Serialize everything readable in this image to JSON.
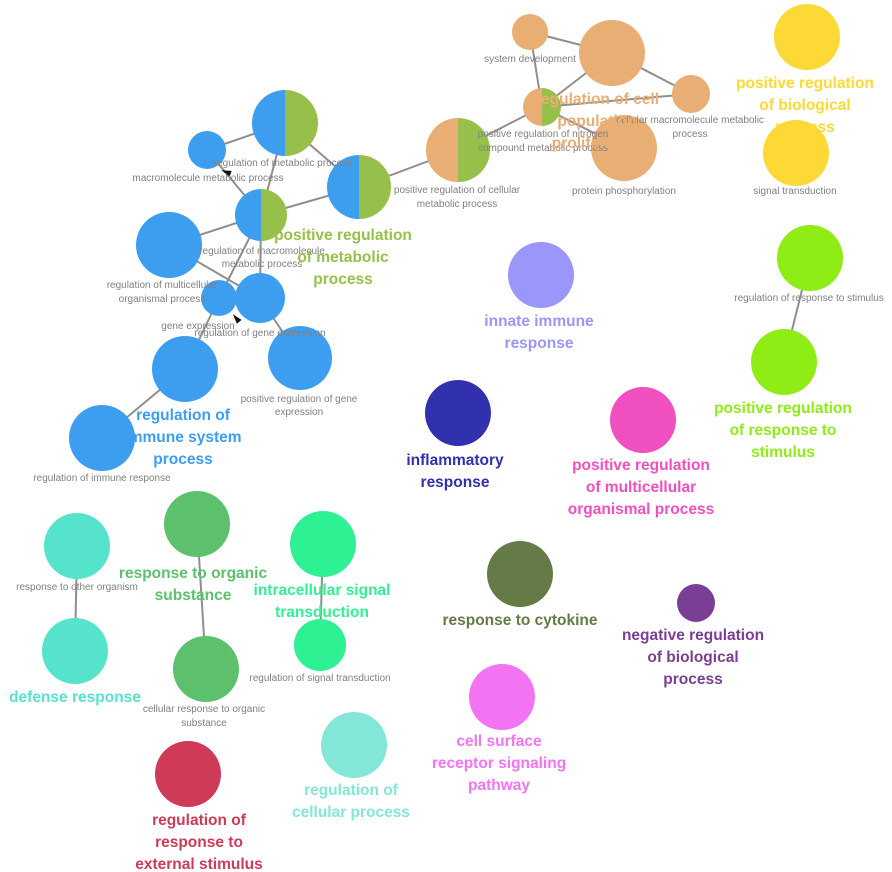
{
  "colors": {
    "edge": "#8f8f8f",
    "label_grey": "#808080",
    "blue": "#3d9ef0",
    "olive": "#97c04a",
    "tan": "#e8ae74",
    "yellow": "#fdd935",
    "lime": "#8fec14",
    "lavender": "#9a96fa",
    "navy": "#3131ad",
    "magenta": "#f050bf",
    "teal": "#55e3cb",
    "green": "#5cc06c",
    "spring": "#2ef194",
    "darkgreen": "#647b47",
    "purple": "#7b3e95",
    "pink": "#f274f2",
    "paleteal": "#82e7d6",
    "crimson": "#cf3a58"
  },
  "nodes": [
    {
      "id": "macromolecule_metabolic",
      "label": "macromolecule metabolic process",
      "colors": [
        "blue"
      ]
    },
    {
      "id": "reg_metabolic",
      "label": "regulation of metabolic process",
      "colors": [
        "blue",
        "olive"
      ]
    },
    {
      "id": "pos_reg_cellular_metabolic",
      "label": "positive regulation of cellular metabolic process",
      "colors": [
        "blue",
        "olive"
      ]
    },
    {
      "id": "reg_macromolecule_metabolic",
      "label": "regulation of macromolecule metabolic process",
      "colors": [
        "blue",
        "olive"
      ]
    },
    {
      "id": "reg_multicellular",
      "label": "regulation of multicellular organismal process",
      "colors": [
        "blue"
      ]
    },
    {
      "id": "gene_expression",
      "label": "gene expression",
      "colors": [
        "blue"
      ]
    },
    {
      "id": "reg_gene_expression",
      "label": "regulation of gene expression",
      "colors": [
        "blue"
      ]
    },
    {
      "id": "pos_reg_gene_expression",
      "label": "positive regulation of gene expression",
      "colors": [
        "blue"
      ]
    },
    {
      "id": "reg_immune_system",
      "label": "",
      "colors": [
        "blue"
      ]
    },
    {
      "id": "reg_immune_response",
      "label": "regulation of immune response",
      "colors": [
        "blue"
      ]
    },
    {
      "id": "pos_reg_nitrogen",
      "label": "positive regulation of nitrogen compound metabolic process",
      "colors": [
        "tan",
        "olive"
      ]
    },
    {
      "id": "system_development",
      "label": "system development",
      "colors": [
        "tan"
      ]
    },
    {
      "id": "cell_pop_prolif",
      "label": "",
      "colors": [
        "tan"
      ]
    },
    {
      "id": "small_tan",
      "label": "",
      "colors": [
        "tan",
        "olive"
      ]
    },
    {
      "id": "cellular_macromolecule_metabolic",
      "label": "cellular macromolecule metabolic process",
      "colors": [
        "tan"
      ]
    },
    {
      "id": "protein_phosphorylation",
      "label": "protein phosphorylation",
      "colors": [
        "tan"
      ]
    },
    {
      "id": "pos_reg_bio_node",
      "label": "",
      "colors": [
        "yellow"
      ]
    },
    {
      "id": "signal_transduction",
      "label": "signal transduction",
      "colors": [
        "yellow"
      ]
    },
    {
      "id": "reg_response_stimulus",
      "label": "regulation of response to stimulus",
      "colors": [
        "lime"
      ]
    },
    {
      "id": "pos_reg_response_stimulus",
      "label": "",
      "colors": [
        "lime"
      ]
    },
    {
      "id": "innate_immune",
      "label": "",
      "colors": [
        "lavender"
      ]
    },
    {
      "id": "inflammatory",
      "label": "",
      "colors": [
        "navy"
      ]
    },
    {
      "id": "pos_reg_multicellular",
      "label": "",
      "colors": [
        "magenta"
      ]
    },
    {
      "id": "response_other_organism",
      "label": "response to other organism",
      "colors": [
        "teal"
      ]
    },
    {
      "id": "defense_response",
      "label": "",
      "colors": [
        "teal"
      ]
    },
    {
      "id": "response_organic",
      "label": "",
      "colors": [
        "green"
      ]
    },
    {
      "id": "cellular_response_organic",
      "label": "cellular response to organic substance",
      "colors": [
        "green"
      ]
    },
    {
      "id": "intracellular_signal",
      "label": "",
      "colors": [
        "spring"
      ]
    },
    {
      "id": "reg_signal_transduction",
      "label": "regulation of signal transduction",
      "colors": [
        "spring"
      ]
    },
    {
      "id": "response_cytokine",
      "label": "",
      "colors": [
        "darkgreen"
      ]
    },
    {
      "id": "neg_reg_bio",
      "label": "",
      "colors": [
        "purple"
      ]
    },
    {
      "id": "cell_surface_receptor",
      "label": "",
      "colors": [
        "pink"
      ]
    },
    {
      "id": "reg_cellular_process",
      "label": "",
      "colors": [
        "paleteal"
      ]
    },
    {
      "id": "reg_response_external",
      "label": "",
      "colors": [
        "crimson"
      ]
    }
  ],
  "edges": [
    [
      "macromolecule_metabolic",
      "reg_metabolic"
    ],
    [
      "macromolecule_metabolic",
      "reg_macromolecule_metabolic"
    ],
    [
      "reg_metabolic",
      "pos_reg_cellular_metabolic"
    ],
    [
      "reg_metabolic",
      "reg_macromolecule_metabolic"
    ],
    [
      "pos_reg_cellular_metabolic",
      "reg_macromolecule_metabolic"
    ],
    [
      "pos_reg_cellular_metabolic",
      "pos_reg_nitrogen"
    ],
    [
      "reg_macromolecule_metabolic",
      "reg_multicellular"
    ],
    [
      "reg_macromolecule_metabolic",
      "gene_expression"
    ],
    [
      "reg_macromolecule_metabolic",
      "reg_gene_expression"
    ],
    [
      "reg_multicellular",
      "reg_gene_expression"
    ],
    [
      "gene_expression",
      "reg_gene_expression"
    ],
    [
      "gene_expression",
      "reg_immune_system"
    ],
    [
      "reg_gene_expression",
      "pos_reg_gene_expression"
    ],
    [
      "reg_immune_system",
      "reg_immune_response"
    ],
    [
      "pos_reg_nitrogen",
      "small_tan"
    ],
    [
      "system_development",
      "cell_pop_prolif"
    ],
    [
      "system_development",
      "small_tan"
    ],
    [
      "cell_pop_prolif",
      "small_tan"
    ],
    [
      "cell_pop_prolif",
      "cellular_macromolecule_metabolic"
    ],
    [
      "small_tan",
      "cellular_macromolecule_metabolic"
    ],
    [
      "small_tan",
      "protein_phosphorylation"
    ],
    [
      "reg_response_stimulus",
      "pos_reg_response_stimulus"
    ],
    [
      "response_organic",
      "cellular_response_organic"
    ],
    [
      "intracellular_signal",
      "reg_signal_transduction"
    ],
    [
      "response_other_organism",
      "defense_response"
    ]
  ],
  "cluster_labels": [
    {
      "text": "positive regulation of metabolic process",
      "color": "olive"
    },
    {
      "text": "regulation of immune system process",
      "color": "blue"
    },
    {
      "text": "regulation of cell population proliferation",
      "color": "tan"
    },
    {
      "text": "positive regulation of biological process",
      "color": "yellow"
    },
    {
      "text": "innate immune response",
      "color": "lavender"
    },
    {
      "text": "positive regulation of response to stimulus",
      "color": "lime"
    },
    {
      "text": "inflammatory response",
      "color": "navy"
    },
    {
      "text": "positive regulation of multicellular organismal process",
      "color": "magenta"
    },
    {
      "text": "response to organic substance",
      "color": "green"
    },
    {
      "text": "intracellular signal transduction",
      "color": "spring"
    },
    {
      "text": "response to cytokine",
      "color": "darkgreen"
    },
    {
      "text": "negative regulation of biological process",
      "color": "purple"
    },
    {
      "text": "defense response",
      "color": "teal"
    },
    {
      "text": "cell surface receptor signaling pathway",
      "color": "pink"
    },
    {
      "text": "regulation of cellular process",
      "color": "paleteal"
    },
    {
      "text": "regulation of response to external stimulus",
      "color": "crimson"
    }
  ]
}
